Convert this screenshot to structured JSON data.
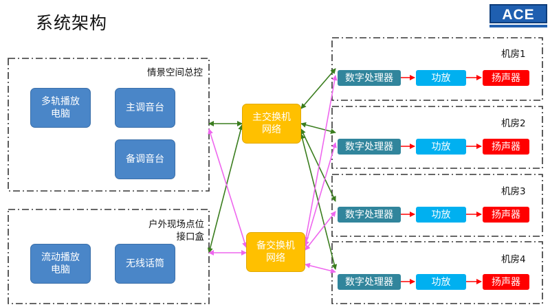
{
  "title": "系统架构",
  "logo": "ACE",
  "control_group": {
    "label": "情景空间总控",
    "nodes": [
      "多轨播放\n电脑",
      "主调音台",
      "备调音台"
    ]
  },
  "outdoor_group": {
    "label": "户外现场点位\n接口盒",
    "nodes": [
      "流动播放\n电脑",
      "无线话筒"
    ]
  },
  "switches": {
    "main": "主交换机\n网络",
    "backup": "备交换机\n网络"
  },
  "rooms": [
    {
      "label": "机房1",
      "dsp": "数字处理器",
      "amp": "功放",
      "speaker": "扬声器"
    },
    {
      "label": "机房2",
      "dsp": "数字处理器",
      "amp": "功放",
      "speaker": "扬声器"
    },
    {
      "label": "机房3",
      "dsp": "数字处理器",
      "amp": "功放",
      "speaker": "扬声器"
    },
    {
      "label": "机房4",
      "dsp": "数字处理器",
      "amp": "功放",
      "speaker": "扬声器"
    }
  ],
  "colors": {
    "main_link": "#3a7d1e",
    "backup_link": "#ee66ee",
    "dsp": "#31859c",
    "amp": "#00b0f0",
    "speaker": "#ff0000",
    "switch": "#ffc000",
    "source": "#4a86c8"
  }
}
